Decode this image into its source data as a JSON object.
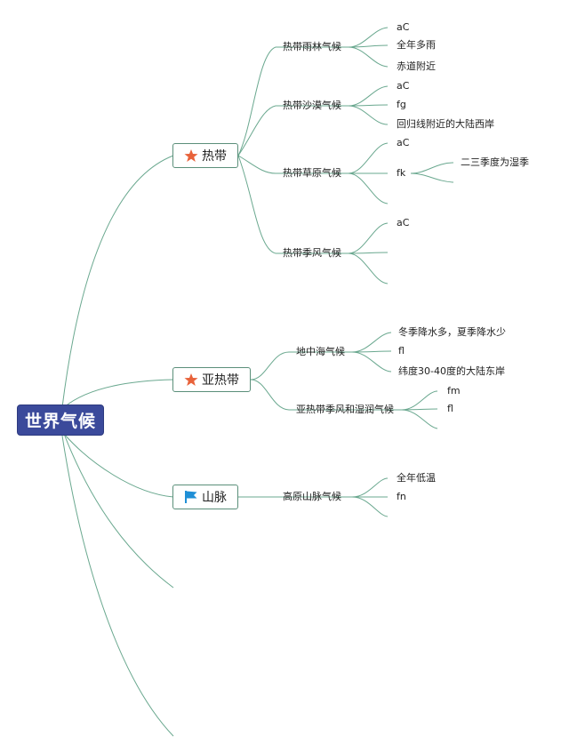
{
  "root": {
    "label": "世界气候"
  },
  "colors": {
    "root_fill": "#3b4a9b",
    "line": "#6aa88f",
    "star": "#e8623a",
    "flag": "#1f8fd6"
  },
  "topics": {
    "tropics": {
      "label": "热带",
      "icon": "star-icon"
    },
    "subtropics": {
      "label": "亚热带",
      "icon": "star-icon"
    },
    "mountains": {
      "label": "山脉",
      "icon": "flag-icon"
    }
  },
  "tropics": {
    "rainforest": {
      "label": "热带雨林气候",
      "items": [
        "aC",
        "全年多雨",
        "赤道附近"
      ]
    },
    "desert": {
      "label": "热带沙漠气候",
      "items": [
        "aC",
        "fg",
        "回归线附近的大陆西岸"
      ]
    },
    "savanna": {
      "label": "热带草原气候",
      "items": [
        "aC",
        "fk"
      ],
      "fk_child": "二三季度为湿季"
    },
    "monsoon": {
      "label": "热带季风气候",
      "items": [
        "aC"
      ]
    }
  },
  "subtropics": {
    "mediterranean": {
      "label": "地中海气候",
      "items": [
        "冬季降水多，夏季降水少",
        "fl",
        "纬度30-40度的大陆东岸"
      ]
    },
    "humid": {
      "label": "亚热带季风和湿润气候",
      "items": [
        "fm",
        "fl"
      ]
    }
  },
  "mountains": {
    "highland": {
      "label": "高原山脉气候",
      "items": [
        "全年低温",
        "fn"
      ]
    }
  }
}
